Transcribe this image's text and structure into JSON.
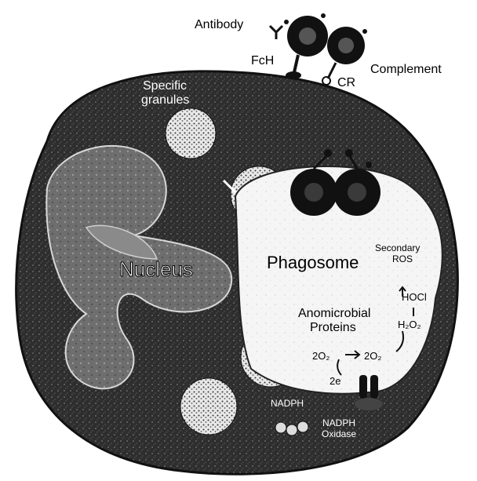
{
  "labels": {
    "antibody": "Antibody",
    "complement": "Complement",
    "fch": "FcH",
    "cr": "CR",
    "specific_granules_line1": "Specific",
    "specific_granules_line2": "granules",
    "nucleus": "Nucleus",
    "phagosome": "Phagosome",
    "secondary_line1": "Secondary",
    "secondary_line2": "ROS",
    "hocl": "HOCl",
    "h2o2": "H₂O₂",
    "antimicrobial_line1": "Anomicrobial",
    "antimicrobial_line2": "Proteins",
    "o2_left": "2O₂",
    "o2_right": "2O₂",
    "electrons": "2e",
    "nadph": "NADPH",
    "nadph_oxidase_line1": "NADPH",
    "nadph_oxidase_line2": "Oxidase"
  },
  "colors": {
    "cell_body": "#2b2b2b",
    "cell_texture": "#5a5a5a",
    "nucleus": "#6a6a6a",
    "phagosome": "#f4f4f4",
    "granule": "#dcdcdc",
    "microbe": "#111111",
    "text_dark": "#000000",
    "text_light": "#ffffff"
  }
}
